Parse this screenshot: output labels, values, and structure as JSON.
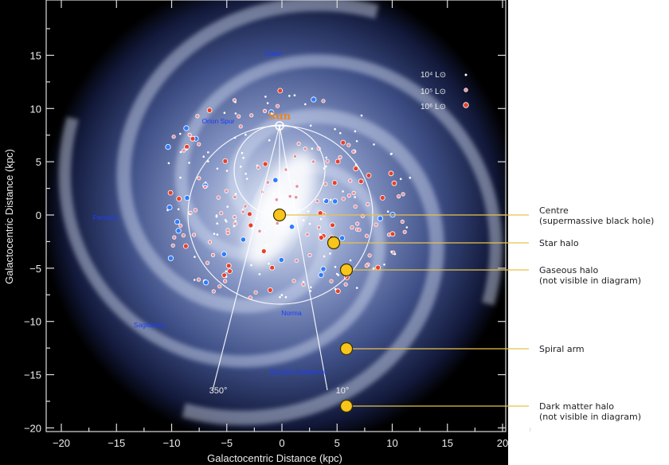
{
  "axes": {
    "xlabel": "Galactocentric Distance (kpc)",
    "ylabel": "Galactocentric Distance (kpc)",
    "xticks": [
      "−20",
      "−15",
      "−10",
      "−5",
      "0",
      "5",
      "10",
      "15",
      "20"
    ],
    "yticks": [
      "15",
      "10",
      "5",
      "0",
      "−5",
      "−10",
      "−15",
      "−20"
    ],
    "xlim": [
      -21,
      20.5
    ],
    "ylim": [
      -20.5,
      20
    ]
  },
  "arm_labels": {
    "outer": "Outer",
    "orion": "Orion Spur",
    "perseus": "Perseus",
    "norma": "Norma",
    "sagittarius": "Sagittarius",
    "scutum": "Scutum-Centaurus"
  },
  "sun_label": "Sun",
  "angles": {
    "left": "350°",
    "right": "10°"
  },
  "legend": [
    {
      "label": "10⁴ L⊙",
      "color": "#ffffff"
    },
    {
      "label": "10⁵ L⊙",
      "color": "#e8909a"
    },
    {
      "label": "10⁶ L⊙",
      "color": "#e8402a"
    }
  ],
  "annotations": [
    {
      "title": "Centre",
      "sub": "(supermassive black hole)"
    },
    {
      "title": "Star halo",
      "sub": ""
    },
    {
      "title": "Gaseous halo",
      "sub": "(not visible in diagram)"
    },
    {
      "title": "Spiral arm",
      "sub": ""
    },
    {
      "title": "Dark matter halo",
      "sub": "(not visible in diagram)"
    }
  ],
  "colors": {
    "marker": "#f7c51c",
    "leader": "#e8c24a",
    "arm_label": "#1a3cff",
    "sun": "#e8852a"
  }
}
